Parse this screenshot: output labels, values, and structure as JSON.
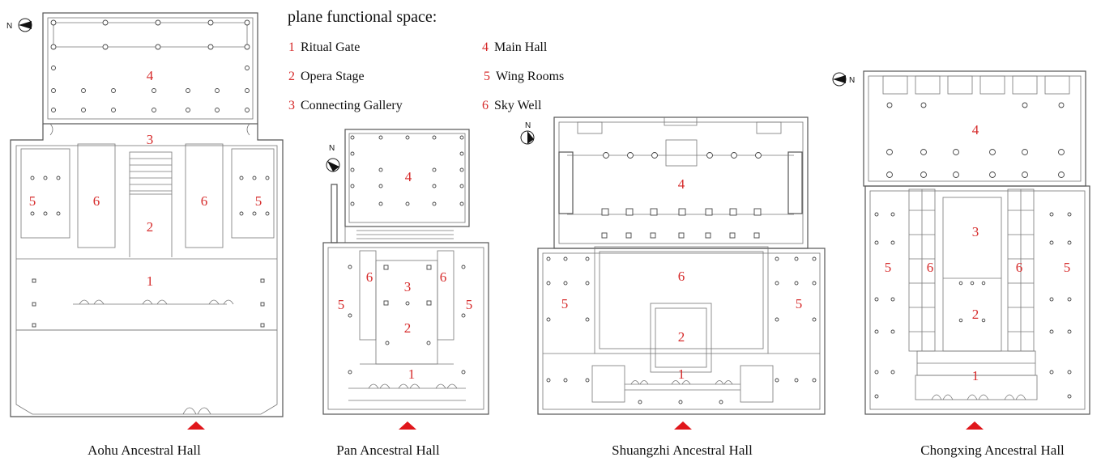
{
  "legend": {
    "title": "plane functional space:",
    "items": [
      {
        "num": "1",
        "label": "Ritual Gate"
      },
      {
        "num": "2",
        "label": "Opera Stage"
      },
      {
        "num": "3",
        "label": "Connecting Gallery"
      },
      {
        "num": "4",
        "label": "Main Hall"
      },
      {
        "num": "5",
        "label": "Wing Rooms"
      },
      {
        "num": "6",
        "label": "Sky Well"
      }
    ]
  },
  "north_label": "N",
  "colors": {
    "space_number": "#d62a2a",
    "entrance_marker": "#e0161b",
    "plan_line": "#555555"
  },
  "plans": [
    {
      "caption": "Aohu Ancestral Hall",
      "spaces": [
        "4",
        "3",
        "5",
        "6",
        "6",
        "5",
        "2",
        "1"
      ]
    },
    {
      "caption": "Pan Ancestral Hall",
      "spaces": [
        "4",
        "6",
        "3",
        "6",
        "5",
        "5",
        "2",
        "1"
      ]
    },
    {
      "caption": "Shuangzhi Ancestral Hall",
      "spaces": [
        "4",
        "6",
        "5",
        "5",
        "2",
        "1"
      ]
    },
    {
      "caption": "Chongxing Ancestral Hall",
      "spaces": [
        "4",
        "3",
        "5",
        "6",
        "6",
        "5",
        "2",
        "1"
      ]
    }
  ]
}
